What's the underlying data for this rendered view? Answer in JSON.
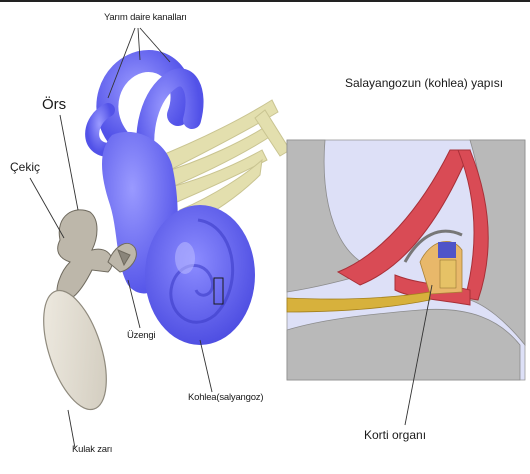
{
  "labels": {
    "semicircular_canals": "Yarım daire kanalları",
    "incus": "Örs",
    "malleus": "Çekiç",
    "stapes": "Üzengi",
    "cochlea": "Kohlea(salyangoz)",
    "eardrum": "Kulak zarı",
    "cochlea_structure_title": "Salayangozun (kohlea) yapısı",
    "organ_of_corti": "Korti organı"
  },
  "colors": {
    "inner_ear_blue": "#6e6ef5",
    "ossicle_gray": "#bdb7aa",
    "nerve_yellow": "#e3dfae",
    "membrane_red": "#d94b55",
    "bone_gray": "#b9b9b9",
    "fluid_lavender": "#dde0f7"
  }
}
